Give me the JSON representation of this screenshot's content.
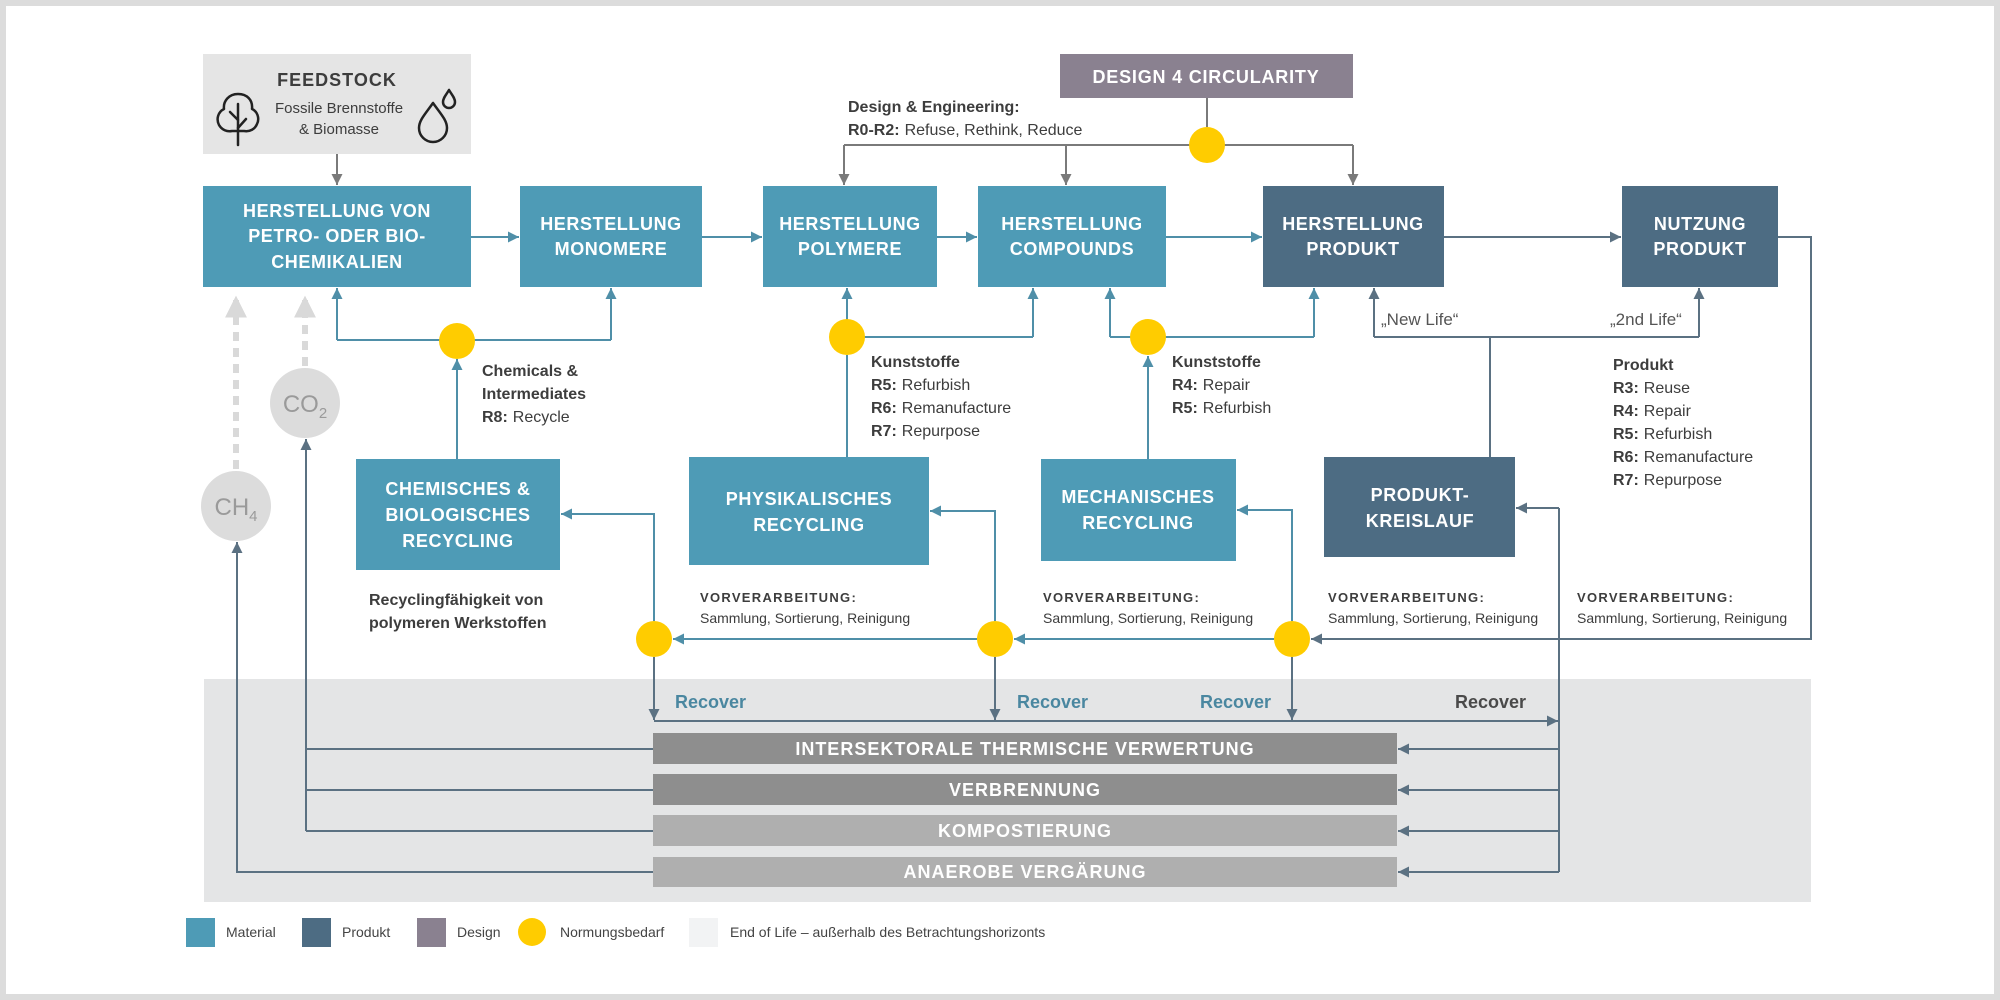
{
  "colors": {
    "material": "#4e9bb6",
    "produkt": "#4d6c83",
    "design": "#8a8190",
    "yellow": "#ffcc00",
    "eol": "#e4e5e6",
    "line": "#4f8fa8",
    "slate": "#5b7182",
    "recover": "#4a87a0"
  },
  "feedstock": {
    "title": "FEEDSTOCK",
    "lines": [
      "Fossile Brennstoffe",
      "& Biomasse"
    ],
    "icons": [
      "tree-icon",
      "droplet-icon"
    ]
  },
  "design": {
    "title": "DESIGN 4 CIRCULARITY",
    "heading": "Design & Engineering:",
    "code": "R0-R2:",
    "text": "Refuse, Rethink, Reduce"
  },
  "production": [
    {
      "lines": [
        "HERSTELLUNG VON",
        "PETRO- ODER BIO-",
        "CHEMIKALIEN"
      ]
    },
    {
      "lines": [
        "HERSTELLUNG",
        "MONOMERE"
      ]
    },
    {
      "lines": [
        "HERSTELLUNG",
        "POLYMERE"
      ]
    },
    {
      "lines": [
        "HERSTELLUNG",
        "COMPOUNDS"
      ]
    },
    {
      "lines": [
        "HERSTELLUNG",
        "PRODUKT"
      ]
    },
    {
      "lines": [
        "NUTZUNG",
        "PRODUKT"
      ]
    }
  ],
  "recycling": [
    {
      "lines": [
        "CHEMISCHES &",
        "BIOLOGISCHES",
        "RECYCLING"
      ]
    },
    {
      "lines": [
        "PHYSIKALISCHES",
        "RECYCLING"
      ]
    },
    {
      "lines": [
        "MECHANISCHES",
        "RECYCLING"
      ]
    },
    {
      "lines": [
        "PRODUKT-",
        "KREISLAUF"
      ]
    }
  ],
  "paths": {
    "chemical": {
      "lines": [
        "Chemicals &",
        "Intermediates"
      ],
      "items": [
        {
          "code": "R8:",
          "text": "Recycle"
        }
      ]
    },
    "physical": {
      "title": "Kunststoffe",
      "items": [
        {
          "code": "R5:",
          "text": "Refurbish"
        },
        {
          "code": "R6:",
          "text": "Remanufacture"
        },
        {
          "code": "R7:",
          "text": "Repurpose"
        }
      ]
    },
    "mechanical": {
      "title": "Kunststoffe",
      "items": [
        {
          "code": "R4:",
          "text": "Repair"
        },
        {
          "code": "R5:",
          "text": "Refurbish"
        }
      ]
    },
    "product": {
      "title": "Produkt",
      "items": [
        {
          "code": "R3:",
          "text": "Reuse"
        },
        {
          "code": "R4:",
          "text": "Repair"
        },
        {
          "code": "R5:",
          "text": "Refurbish"
        },
        {
          "code": "R6:",
          "text": "Remanufacture"
        },
        {
          "code": "R7:",
          "text": "Repurpose"
        }
      ]
    },
    "new_life": "„New Life“",
    "second_life": "„2nd Life“"
  },
  "recyclability": [
    "Recyclingfähigkeit von",
    "polymeren Werkstoffen"
  ],
  "preprocessing": [
    {
      "title": "VORVERARBEITUNG:",
      "text": "Sammlung, Sortierung, Reinigung"
    },
    {
      "title": "VORVERARBEITUNG:",
      "text": "Sammlung, Sortierung, Reinigung"
    },
    {
      "title": "VORVERARBEITUNG:",
      "text": "Sammlung, Sortierung, Reinigung"
    },
    {
      "title": "VORVERARBEITUNG:",
      "text": "Sammlung, Sortierung, Reinigung"
    }
  ],
  "recover": [
    "Recover",
    "Recover",
    "Recover",
    "Recover"
  ],
  "end_of_life": [
    "INTERSEKTORALE THERMISCHE VERWERTUNG",
    "VERBRENNUNG",
    "KOMPOSTIERUNG",
    "ANAEROBE VERGÄRUNG"
  ],
  "gases": {
    "co2": {
      "formula": "CO",
      "index": "2"
    },
    "ch4": {
      "formula": "CH",
      "index": "4"
    }
  },
  "legend": [
    {
      "label": "Material",
      "color": "#4e9bb6"
    },
    {
      "label": "Produkt",
      "color": "#4d6c83"
    },
    {
      "label": "Design",
      "color": "#8a8190"
    },
    {
      "label": "Normungsbedarf",
      "color": "#ffcc00"
    },
    {
      "label": "End of Life – außerhalb des Betrachtungshorizonts",
      "color": "#f2f3f4"
    }
  ]
}
